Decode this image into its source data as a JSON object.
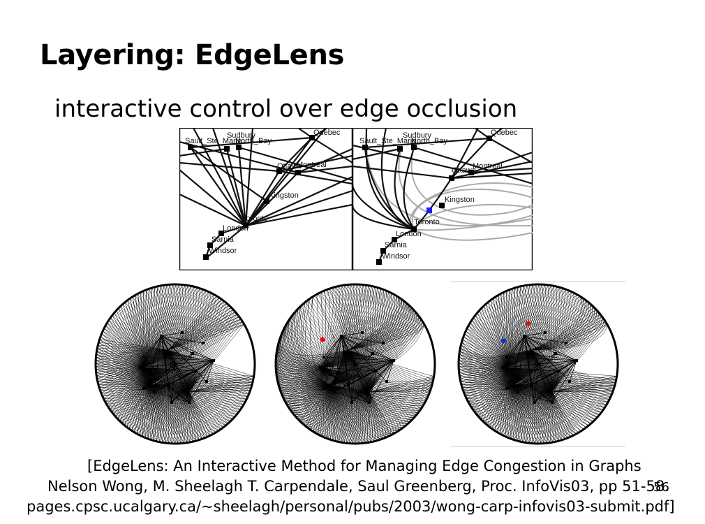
{
  "slide": {
    "title": "Layering: EdgeLens",
    "subtitle": "interactive control over edge occlusion",
    "page_number": "56"
  },
  "map_figures": {
    "cities": [
      "Sudbury",
      "Sault_Ste_Marie",
      "North_Bay",
      "Quebec",
      "Ottawa",
      "Montreal",
      "Kingston",
      "Toronto",
      "London",
      "Sarnia",
      "Windsor"
    ],
    "left_labels": {
      "sudbury": "Sudbury",
      "sault": "Sault_Ste_Marie",
      "northbay": "North_Bay",
      "quebec": "Quebec",
      "ottawa": "Ottawa",
      "montreal": "Montreal",
      "kingston": "Kingston",
      "toronto": "Toronto",
      "london": "London",
      "sarnia": "Sarnia",
      "windsor": "Windsor"
    },
    "right_labels": {
      "sudbury": "Sudbury",
      "sault": "Sault_Ste_Marie",
      "northbay": "North_Bay",
      "quebec": "Quebec",
      "ottawa": "Ottawa",
      "montreal": "Montreal",
      "kingston": "Kingston",
      "toronto": "Toronto",
      "london": "London",
      "sarnia": "Sarnia",
      "windsor": "Windsor"
    },
    "lens_color": "#1a1aff"
  },
  "graph_figures": {
    "count": 3,
    "focus_colors": {
      "red": "#e01010",
      "blue": "#1030d0"
    }
  },
  "citation": {
    "line1": "[EdgeLens: An Interactive Method for Managing Edge Congestion in Graphs",
    "line2": "Nelson Wong, M. Sheelagh T. Carpendale, Saul Greenberg, Proc. InfoVis03, pp 51-58.",
    "line3": "pages.cpsc.ucalgary.ca/~sheelagh/personal/pubs/2003/wong-carp-infovis03-submit.pdf]"
  }
}
